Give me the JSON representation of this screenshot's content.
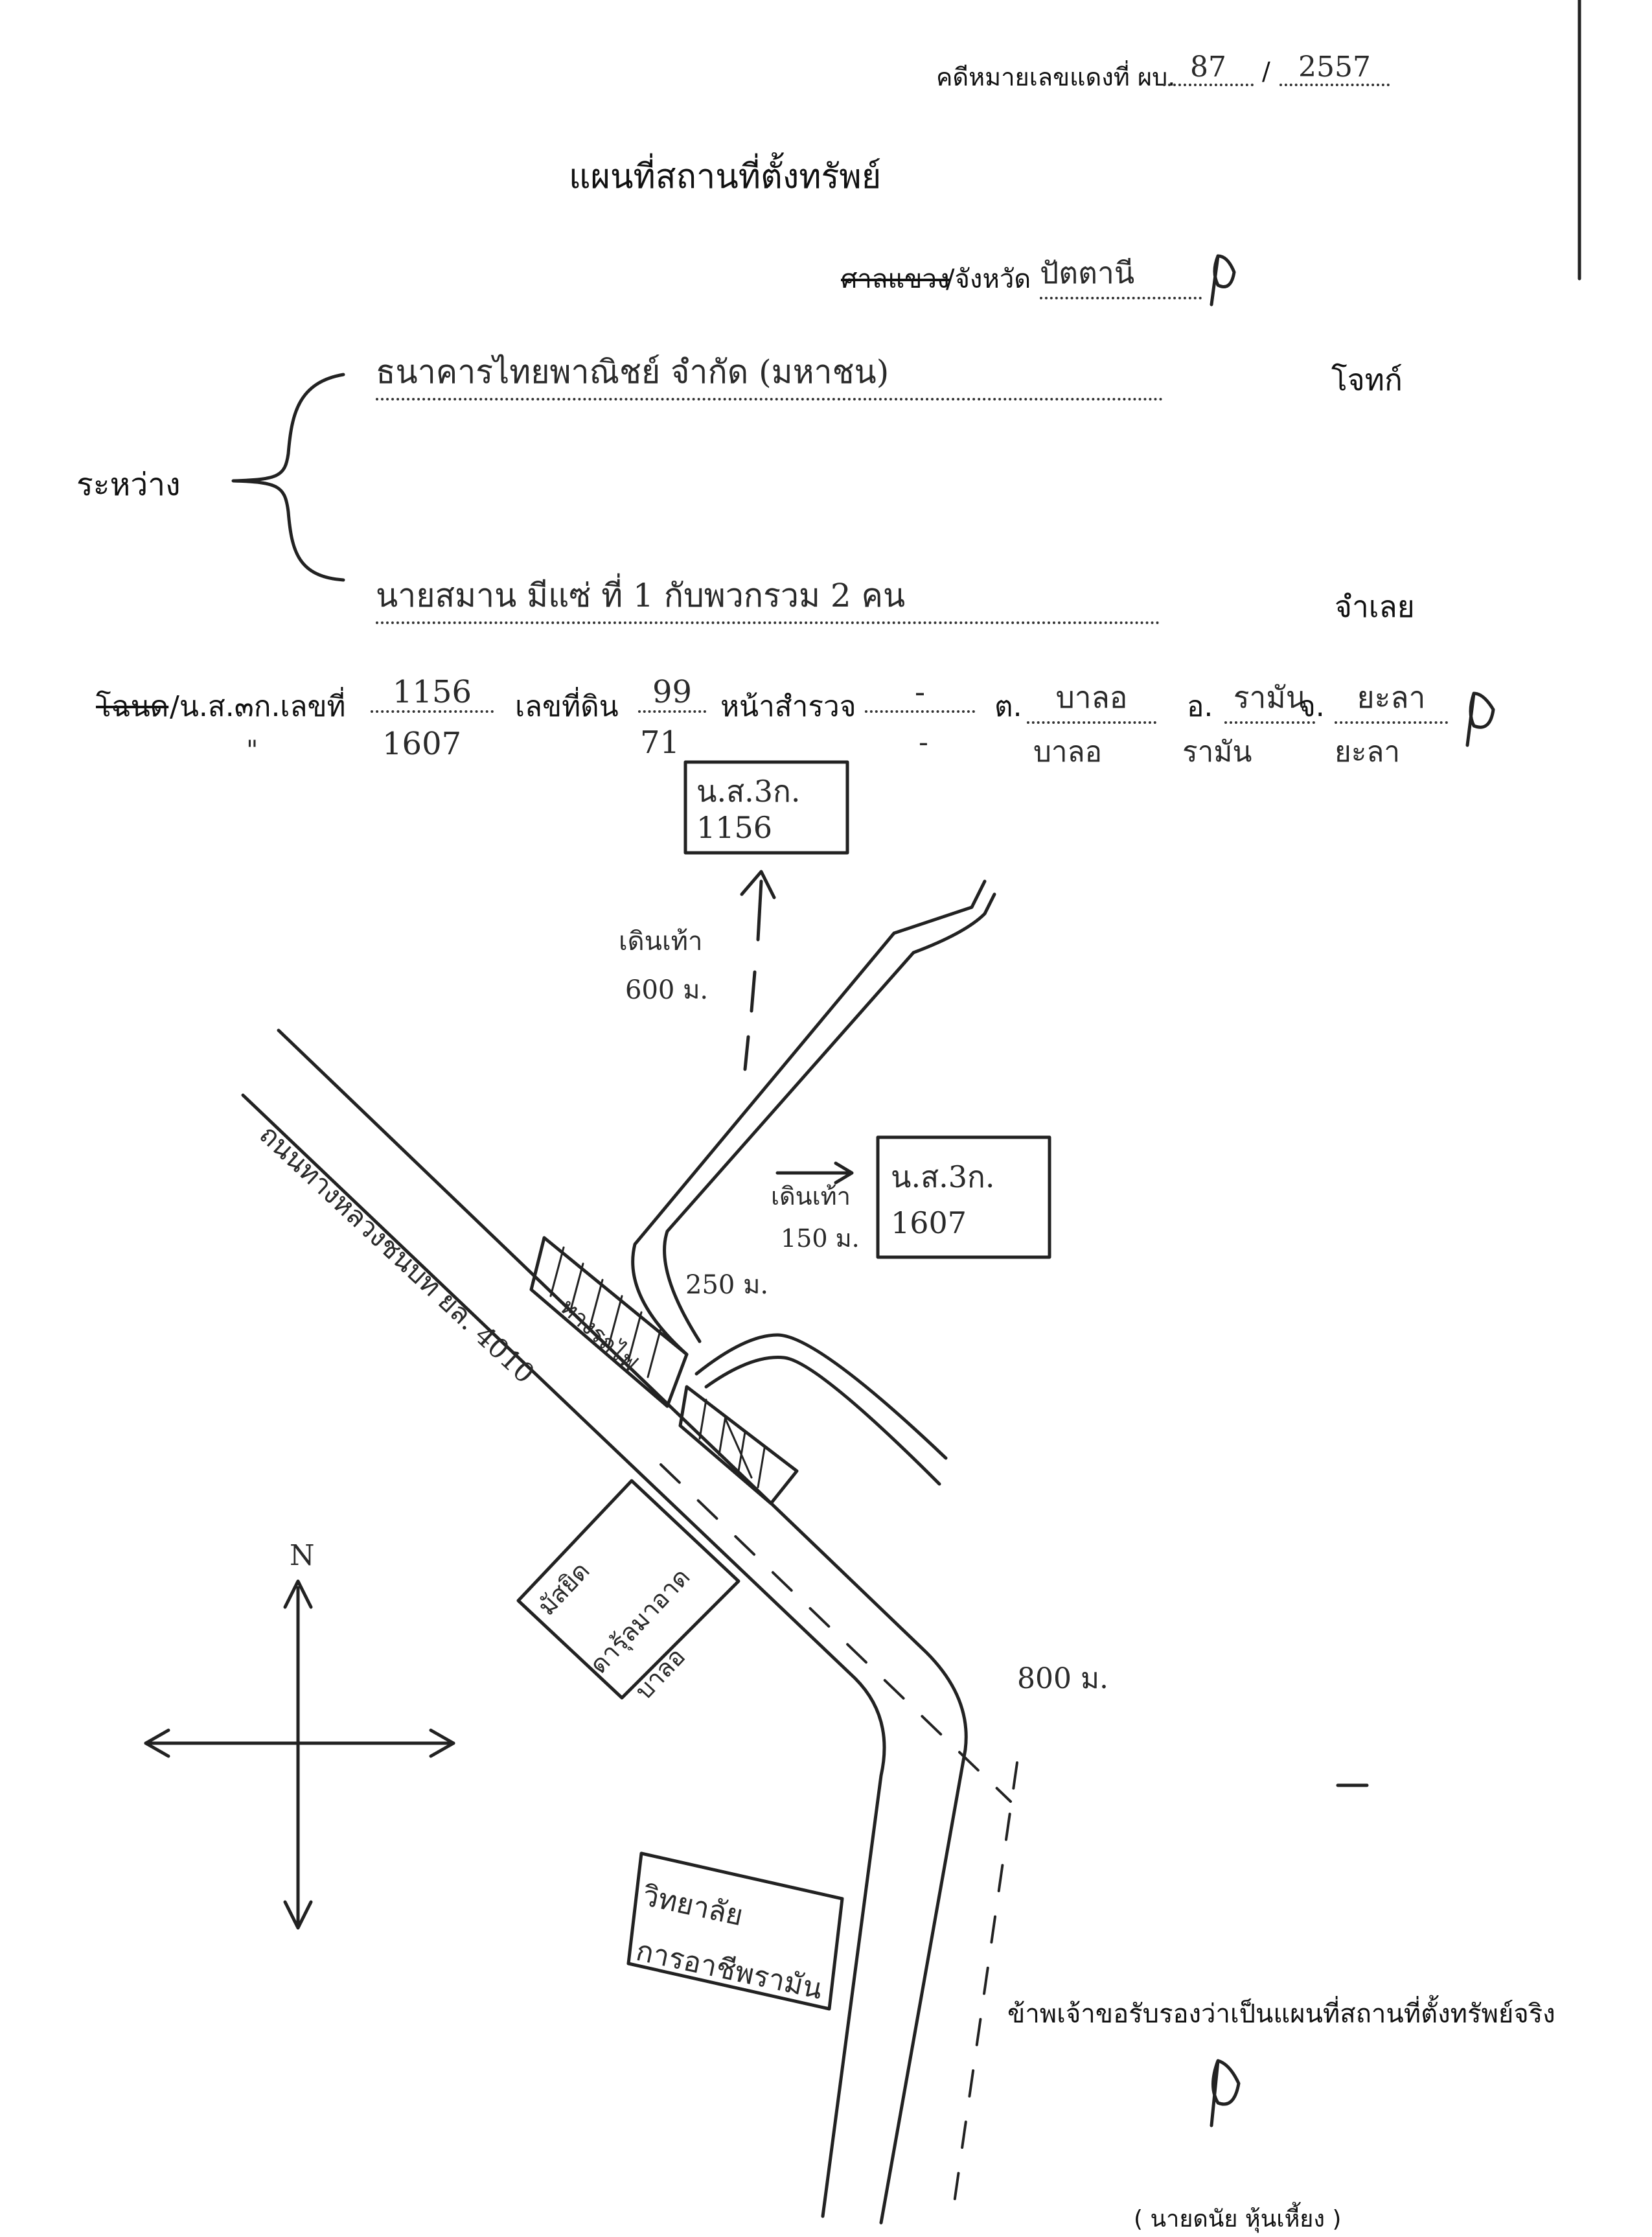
{
  "header": {
    "case_label": "คดีหมายเลขแดงที่ ผบ.",
    "case_no": "87",
    "case_sep": "/",
    "case_year": "2557"
  },
  "title": "แผนที่สถานที่ตั้งทรัพย์",
  "court": {
    "prefix_struck": "ศาลแขวง",
    "label": "/จังหวัด",
    "value": "ปัตตานี"
  },
  "parties": {
    "between": "ระหว่าง",
    "plaintiff_value": "ธนาคารไทยพาณิชย์ จำกัด (มหาชน)",
    "plaintiff_label": "โจทก์",
    "defendant_value": "นายสมาน มีแซ่ ที่ 1 กับพวกรวม 2 คน",
    "defendant_label": "จำเลย"
  },
  "deed_row1": {
    "struck": "โฉนด",
    "type": "/น.ส.๓ก.เลขที่",
    "no": "1156",
    "land_label": "เลขที่ดิน",
    "land_no": "99",
    "survey_label": "หน้าสำรวจ",
    "survey": "-",
    "t_label": "ต.",
    "t_value": "บาลอ",
    "a_label": "อ.",
    "a_value": "รามัน",
    "j_label": "จ.",
    "j_value": "ยะลา"
  },
  "deed_row2": {
    "no": "1607",
    "land_no": "71",
    "survey": "-",
    "t_value": "บาลอ",
    "a_value": "รามัน",
    "j_value": "ยะลา",
    "ditto": "\""
  },
  "map": {
    "box1_line1": "น.ส.3ก.",
    "box1_line2": "1156",
    "walk1_line1": "เดินเท้า",
    "walk1_line2": "600 ม.",
    "box2_line1": "น.ส.3ก.",
    "box2_line2": "1607",
    "walk2_line1": "เดินเท้า",
    "walk2_line2": "150 ม.",
    "dist_250": "250 ม.",
    "road_label": "ถนนทางหลวงชนบท ยล. 4010",
    "railway_label": "ทางรถไฟ",
    "mosque_line1": "มัสยิด",
    "mosque_line2": "ดารุ้ลมาอาด",
    "mosque_line3": "บาลอ",
    "dist_800": "800 ม.",
    "college_line1": "วิทยาลัย",
    "college_line2": "การอาชีพรามัน",
    "north": "N"
  },
  "certify": "ข้าพเจ้าขอรับรองว่าเป็นแผนที่สถานที่ตั้งทรัพย์จริง",
  "signer": "( นายดนัย หุ้นเหี้ยง )"
}
